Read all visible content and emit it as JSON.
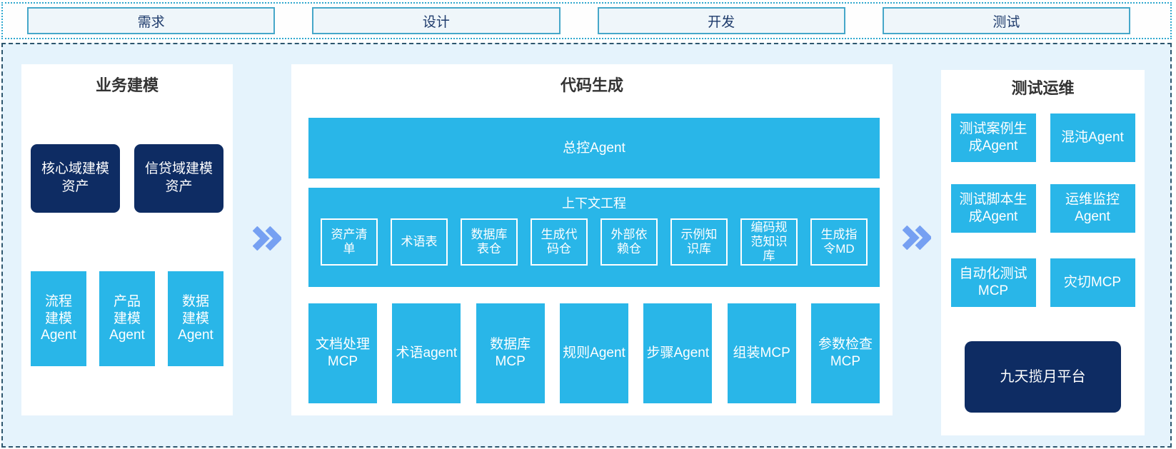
{
  "colors": {
    "cyan": "#29b6e8",
    "navy": "#0e2c63",
    "board_bg": "#e5f3fc",
    "panel_bg": "#ffffff",
    "phase_box_bg": "#eff6fa",
    "phase_border": "#46a7c9",
    "band_dot_border": "#2fa8cf",
    "board_dash_border": "#2d566e",
    "chevron": "#76a0f2",
    "title_text": "#333333",
    "phase_text": "#1d3a6b"
  },
  "phase_bar": {
    "items": [
      {
        "label": "需求"
      },
      {
        "label": "设计"
      },
      {
        "label": "开发"
      },
      {
        "label": "测试"
      }
    ]
  },
  "board": {
    "business_modeling": {
      "title": "业务建模",
      "asset_boxes": [
        "核心域建模\n资产",
        "信贷域建模\n资产"
      ],
      "agent_boxes": [
        "流程\n建模\nAgent",
        "产品\n建模\nAgent",
        "数据\n建模\nAgent"
      ]
    },
    "code_generation": {
      "title": "代码生成",
      "master_agent": "总控Agent",
      "context_engineering": {
        "title": "上下文工程",
        "items": [
          "资产清\n单",
          "术语表",
          "数据库\n表仓",
          "生成代\n码仓",
          "外部依\n赖仓",
          "示例知\n识库",
          "编码规\n范知识\n库",
          "生成指\n令MD"
        ]
      },
      "tool_boxes": [
        "文档处理\nMCP",
        "术语agent",
        "数据库\nMCP",
        "规则Agent",
        "步骤Agent",
        "组装MCP",
        "参数检查\nMCP"
      ]
    },
    "test_ops": {
      "title": "测试运维",
      "rows": [
        [
          "测试案例生\n成Agent",
          "混沌Agent"
        ],
        [
          "测试脚本生\n成Agent",
          "运维监控\nAgent"
        ],
        [
          "自动化测试\nMCP",
          "灾切MCP"
        ]
      ],
      "platform": "九天揽月平台"
    }
  }
}
